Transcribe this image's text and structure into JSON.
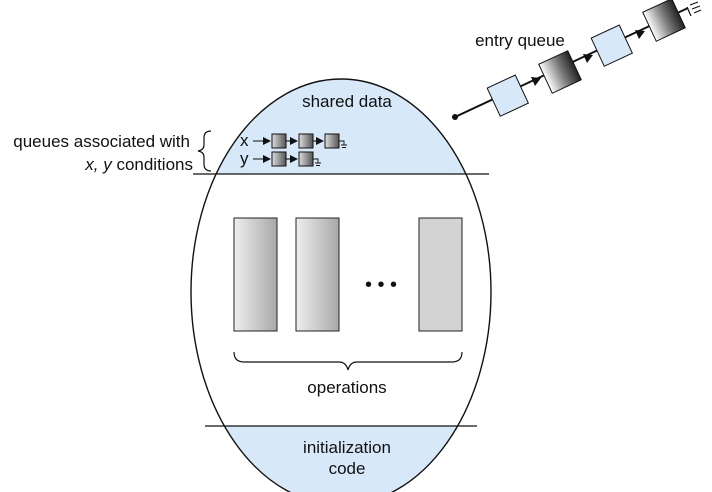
{
  "labels": {
    "entry_queue": "entry queue",
    "shared_data": "shared data",
    "queues_line1": "queues associated with",
    "queues_line2_vars": "x, y",
    "queues_line2_rest": " conditions",
    "queue_x": "x",
    "queue_y": "y",
    "ellipsis": "• • •",
    "operations": "operations",
    "init_line1": "initialization",
    "init_line2": "code"
  },
  "colors": {
    "light_blue": "#d7e8f8",
    "outline": "#111111"
  }
}
